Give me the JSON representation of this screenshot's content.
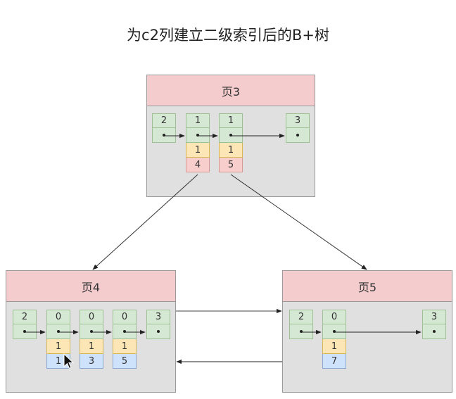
{
  "title": "为c2列建立二级索引后的B+树",
  "pages": [
    {
      "id": "page3",
      "label": "页3",
      "records": [
        {
          "cells": [
            {
              "type": "key",
              "value": "2"
            },
            {
              "type": "ptr"
            }
          ]
        },
        {
          "cells": [
            {
              "type": "key",
              "value": "1"
            },
            {
              "type": "ptr"
            },
            {
              "type": "c2",
              "value": "1"
            },
            {
              "type": "page",
              "value": "4"
            }
          ]
        },
        {
          "cells": [
            {
              "type": "key",
              "value": "1"
            },
            {
              "type": "ptr"
            },
            {
              "type": "c2",
              "value": "1"
            },
            {
              "type": "page",
              "value": "5"
            }
          ]
        },
        {
          "cells": [
            {
              "type": "key",
              "value": "3"
            },
            {
              "type": "ptr"
            }
          ]
        }
      ]
    },
    {
      "id": "page4",
      "label": "页4",
      "records": [
        {
          "cells": [
            {
              "type": "key",
              "value": "2"
            },
            {
              "type": "ptr"
            }
          ]
        },
        {
          "cells": [
            {
              "type": "key",
              "value": "0"
            },
            {
              "type": "ptr"
            },
            {
              "type": "c2",
              "value": "1"
            },
            {
              "type": "pk",
              "value": "1"
            }
          ]
        },
        {
          "cells": [
            {
              "type": "key",
              "value": "0"
            },
            {
              "type": "ptr"
            },
            {
              "type": "c2",
              "value": "1"
            },
            {
              "type": "pk",
              "value": "3"
            }
          ]
        },
        {
          "cells": [
            {
              "type": "key",
              "value": "0"
            },
            {
              "type": "ptr"
            },
            {
              "type": "c2",
              "value": "1"
            },
            {
              "type": "pk",
              "value": "5"
            }
          ]
        },
        {
          "cells": [
            {
              "type": "key",
              "value": "3"
            },
            {
              "type": "ptr"
            }
          ]
        }
      ]
    },
    {
      "id": "page5",
      "label": "页5",
      "records": [
        {
          "cells": [
            {
              "type": "key",
              "value": "2"
            },
            {
              "type": "ptr"
            }
          ]
        },
        {
          "cells": [
            {
              "type": "key",
              "value": "0"
            },
            {
              "type": "ptr"
            },
            {
              "type": "c2",
              "value": "1"
            },
            {
              "type": "pk",
              "value": "7"
            }
          ]
        },
        {
          "cells": [
            {
              "type": "key",
              "value": "3"
            },
            {
              "type": "ptr"
            }
          ]
        }
      ]
    }
  ],
  "edges": [
    {
      "from": "page3.record2",
      "to": "page4"
    },
    {
      "from": "page3.record3",
      "to": "page5"
    },
    {
      "from": "page4",
      "to": "page5",
      "direction": "next"
    },
    {
      "from": "page5",
      "to": "page4",
      "direction": "prev"
    }
  ],
  "colors": {
    "header": "#f4cccd",
    "page_body": "#e0e0e0",
    "key_cell": "#d5e8d4",
    "c2_cell": "#fde6b6",
    "page_no_cell": "#f8cecc",
    "pk_cell": "#cfe2fb"
  }
}
